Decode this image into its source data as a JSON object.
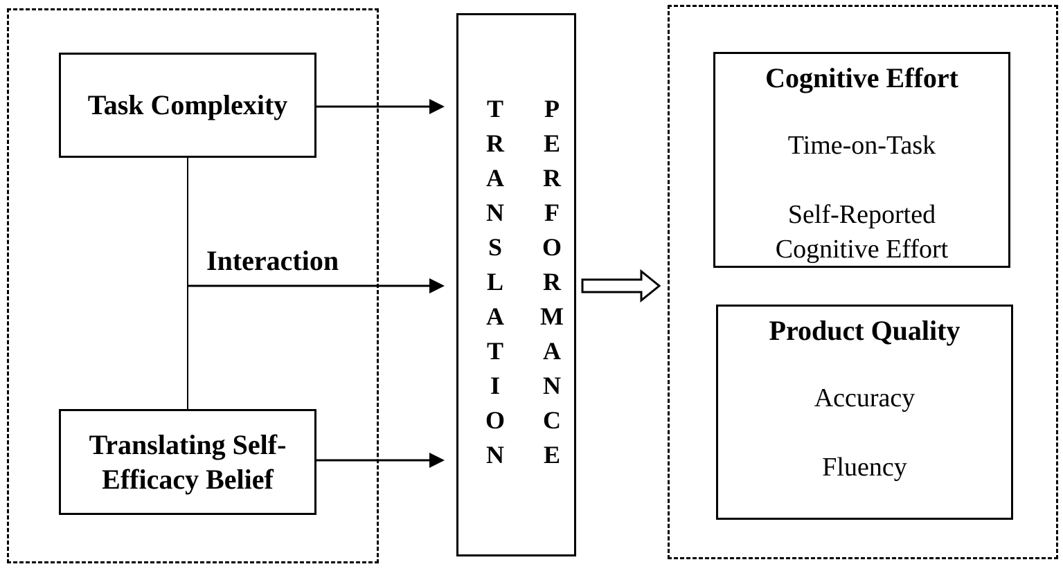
{
  "inputs": {
    "task_complexity": "Task Complexity",
    "self_efficacy_line1": "Translating Self-",
    "self_efficacy_line2": "Efficacy Belief",
    "interaction": "Interaction"
  },
  "center": {
    "word1": [
      "T",
      "R",
      "A",
      "N",
      "S",
      "L",
      "A",
      "T",
      "I",
      "O",
      "N"
    ],
    "word2": [
      "P",
      "E",
      "R",
      "F",
      "O",
      "R",
      "M",
      "A",
      "N",
      "C",
      "E"
    ]
  },
  "outcomes": {
    "cognitive_effort": {
      "title": "Cognitive Effort",
      "item1": "Time-on-Task",
      "item2_line1": "Self-Reported",
      "item2_line2": "Cognitive Effort"
    },
    "product_quality": {
      "title": "Product Quality",
      "item1": "Accuracy",
      "item2": "Fluency"
    }
  }
}
